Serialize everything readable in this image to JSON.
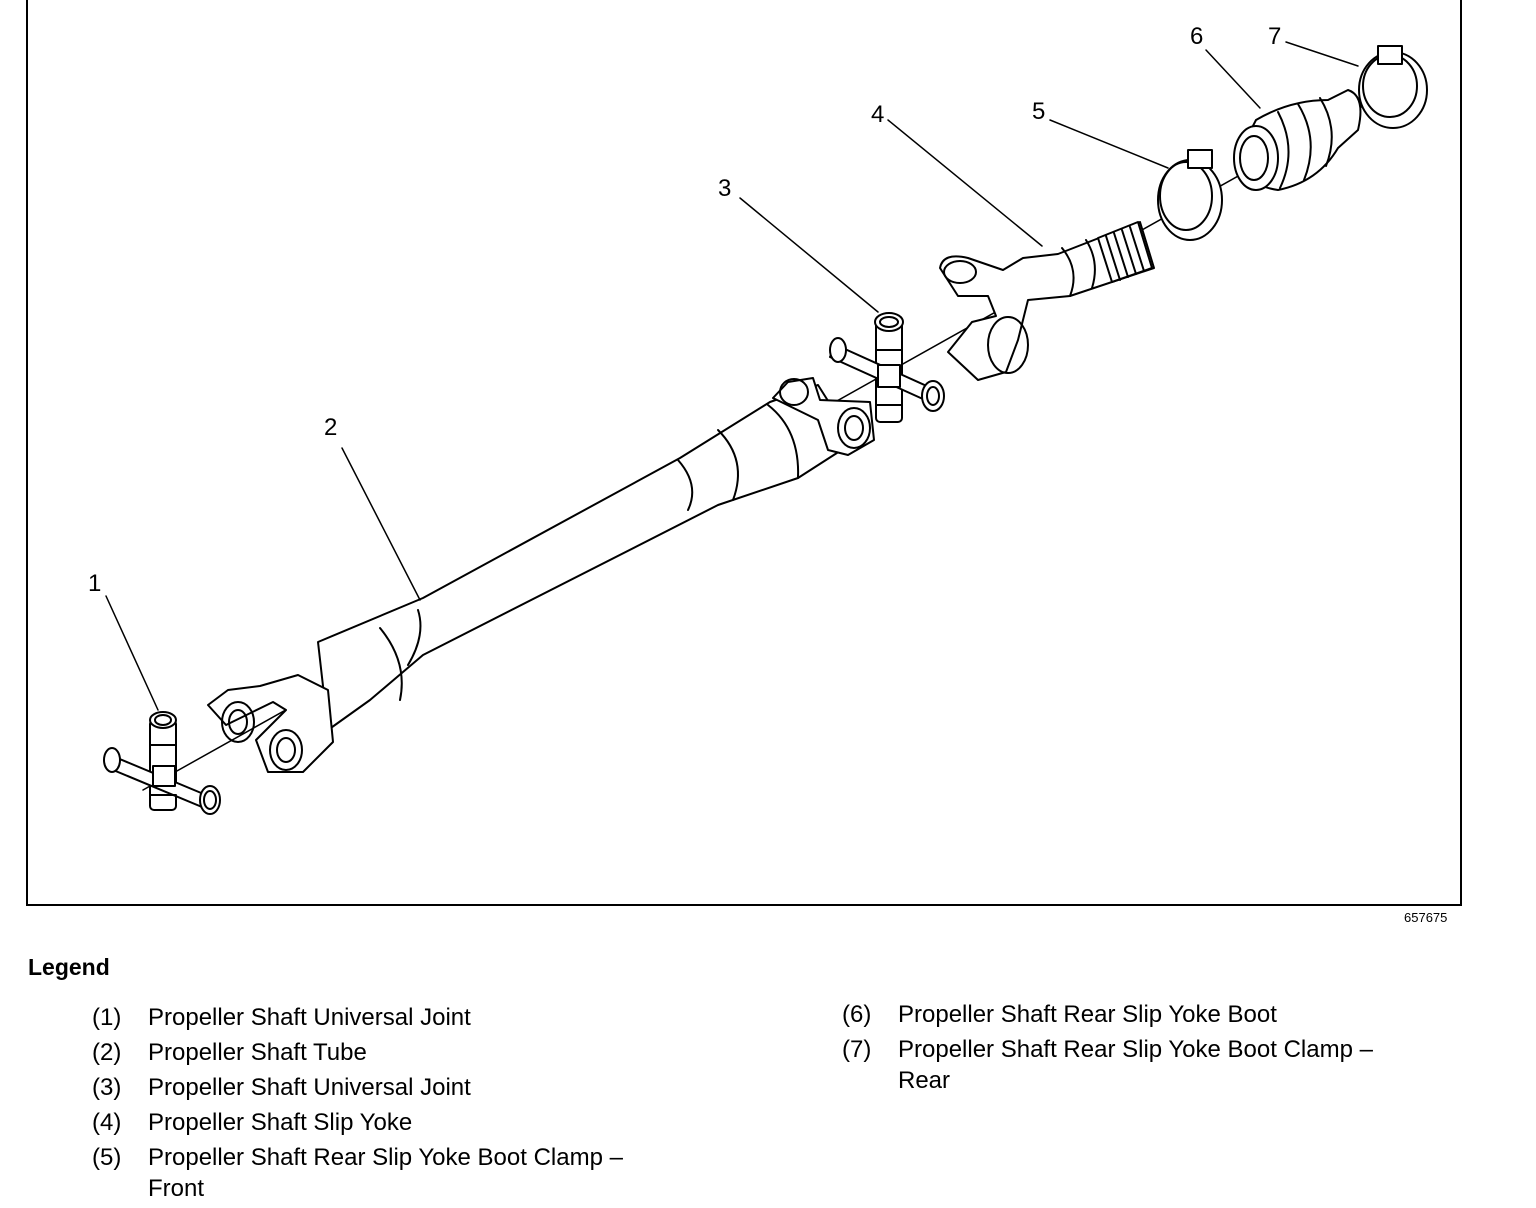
{
  "figure": {
    "figure_id": "657675",
    "callouts": [
      "1",
      "2",
      "3",
      "4",
      "5",
      "6",
      "7"
    ]
  },
  "legend": {
    "title": "Legend",
    "items": [
      {
        "num": "(1)",
        "text": "Propeller Shaft Universal Joint"
      },
      {
        "num": "(2)",
        "text": "Propeller Shaft Tube"
      },
      {
        "num": "(3)",
        "text": "Propeller Shaft Universal Joint"
      },
      {
        "num": "(4)",
        "text": "Propeller Shaft Slip Yoke"
      },
      {
        "num": "(5)",
        "text": "Propeller Shaft Rear Slip Yoke Boot Clamp –Front"
      },
      {
        "num": "(6)",
        "text": "Propeller Shaft Rear Slip Yoke Boot"
      },
      {
        "num": "(7)",
        "text": "Propeller Shaft Rear Slip Yoke Boot Clamp –Rear"
      }
    ]
  }
}
